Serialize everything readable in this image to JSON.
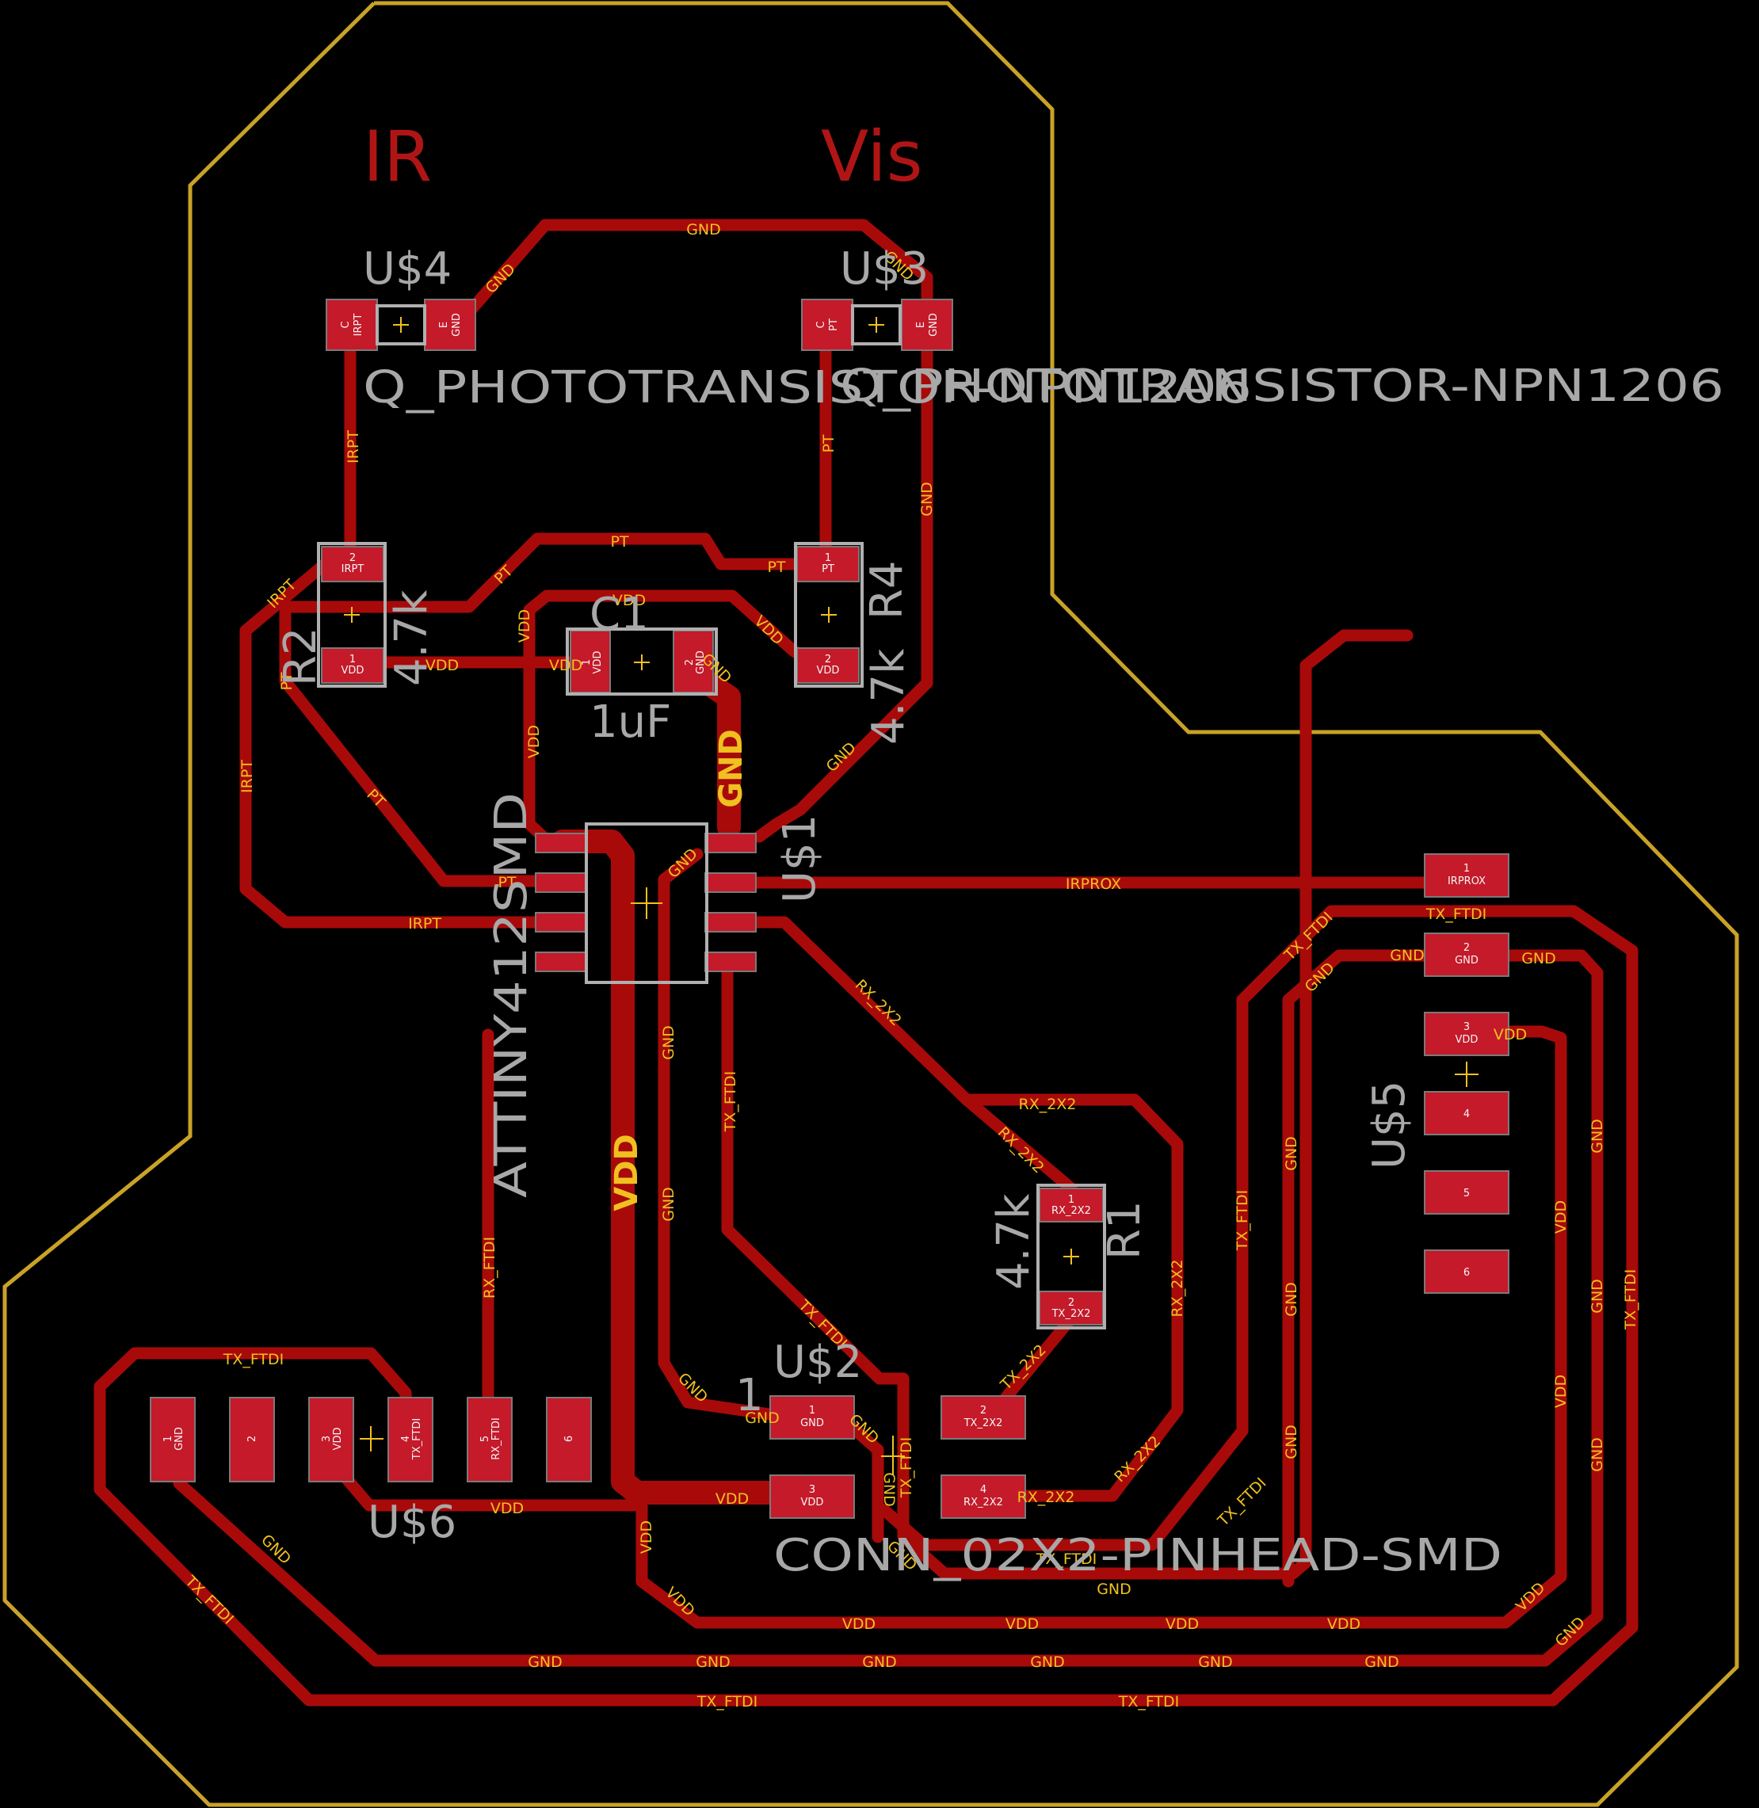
{
  "board": {
    "labels": {
      "ir": "IR",
      "vis": "Vis"
    },
    "parts": {
      "u4": {
        "name": "U$4",
        "value": "Q_PHOTOTRANSISTOR-NPN1206"
      },
      "u3": {
        "name": "U$3",
        "value": "Q_PHOTOTRANSISTOR-NPN1206"
      },
      "r2": {
        "name": "R2",
        "value": "4.7k"
      },
      "r4": {
        "name": "R4",
        "value": "4.7k"
      },
      "c1": {
        "name": "C1",
        "value": "1uF"
      },
      "u1": {
        "name": "U$1",
        "value": "ATTINY412SMD"
      },
      "r1": {
        "name": "R1",
        "value": "4.7k"
      },
      "u2": {
        "name": "U$2",
        "value": "CONN_02X2-PINHEAD-SMD",
        "pin1": "1"
      },
      "u5": {
        "name": "U$5"
      },
      "u6": {
        "name": "U$6"
      }
    },
    "pad_text": {
      "u4_c": [
        "C",
        "IRPT"
      ],
      "u4_e": [
        "E",
        "GND"
      ],
      "u3_c": [
        "C",
        "PT"
      ],
      "u3_e": [
        "E",
        "GND"
      ],
      "r2_1": [
        "1",
        "VDD"
      ],
      "r2_2": [
        "2",
        "IRPT"
      ],
      "r4_1": [
        "1",
        "PT"
      ],
      "r4_2": [
        "2",
        "VDD"
      ],
      "c1_1": [
        "1",
        "VDD"
      ],
      "c1_2": [
        "2",
        "GND"
      ],
      "r1_1": [
        "1",
        "RX_2X2"
      ],
      "r1_2": [
        "2",
        "TX_2X2"
      ],
      "u2_1": [
        "1",
        "GND"
      ],
      "u2_2": [
        "2",
        "TX_2X2"
      ],
      "u2_3": [
        "3",
        "VDD"
      ],
      "u2_4": [
        "4",
        "RX_2X2"
      ],
      "u5_1": [
        "1",
        "IRPROX"
      ],
      "u5_2": [
        "2",
        "GND"
      ],
      "u5_3": [
        "3",
        "VDD"
      ],
      "u5_4": [
        "4"
      ],
      "u5_5": [
        "5"
      ],
      "u5_6": [
        "6"
      ],
      "u6_1": [
        "1",
        "GND"
      ],
      "u6_2": [
        "2"
      ],
      "u6_3": [
        "3",
        "VDD"
      ],
      "u6_4": [
        "4",
        "TX_FTDI"
      ],
      "u6_5": [
        "5",
        "RX_FTDI"
      ],
      "u6_6": [
        "6"
      ]
    },
    "nets": {
      "gnd": "GND",
      "vdd": "VDD",
      "pt": "PT",
      "irpt": "IRPT",
      "irprox": "IRPROX",
      "rx_2x2": "RX_2X2",
      "tx_2x2": "TX_2X2",
      "tx_ftdi": "TX_FTDI",
      "rx_ftdi": "RX_FTDI"
    },
    "colors": {
      "background": "#000000",
      "copper": "#a80a0a",
      "pad": "#c41a2a",
      "board_outline": "#c9a227",
      "net_label": "#f0c020",
      "silkscreen": "#a8a8a8",
      "big_label": "#b01515"
    }
  }
}
